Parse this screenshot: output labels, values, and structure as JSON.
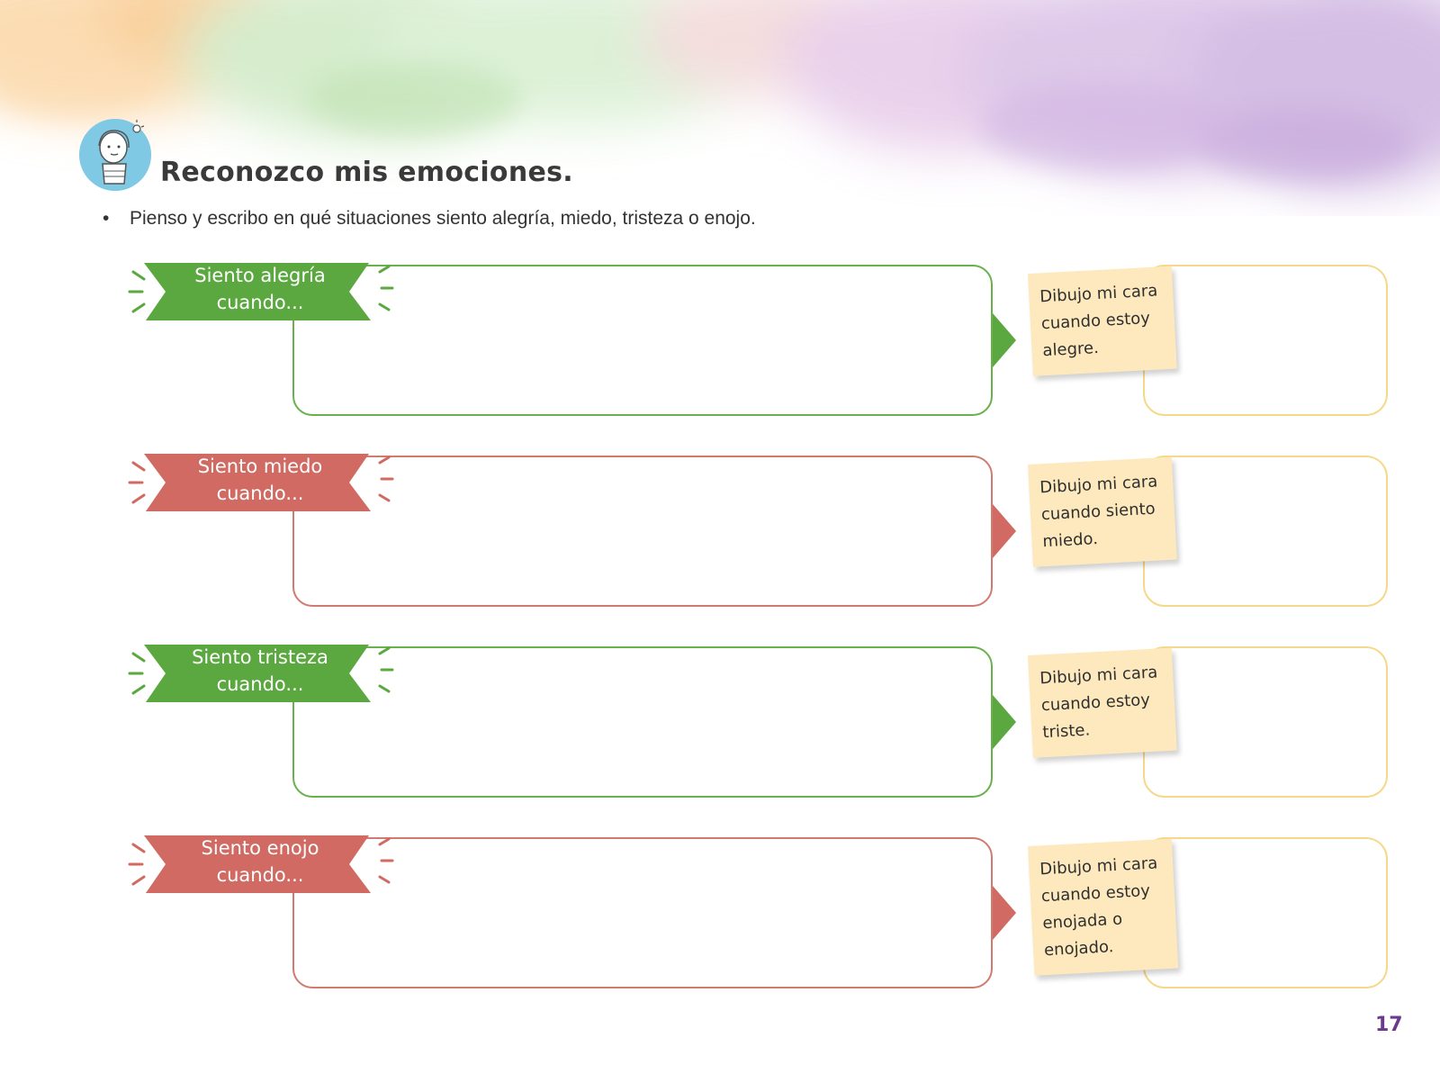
{
  "title": "Reconozco mis emociones.",
  "instruction": "Pienso y escribo en qué situaciones siento alegría, miedo, tristeza o enojo.",
  "colors": {
    "green": "#5aa83f",
    "red": "#d06a62",
    "note": "#fde9bd",
    "draw_border": "#f5d98a",
    "page_number": "#6b3a8c"
  },
  "icons": {
    "avatar": "girl-thinking-icon"
  },
  "rows": [
    {
      "label": [
        "Siento alegría",
        "cuando..."
      ],
      "note": [
        "Dibujo mi cara",
        "cuando estoy",
        "alegre."
      ],
      "color": "green"
    },
    {
      "label": [
        "Siento miedo",
        "cuando..."
      ],
      "note": [
        "Dibujo mi cara",
        "cuando siento",
        "miedo."
      ],
      "color": "red"
    },
    {
      "label": [
        "Siento tristeza",
        "cuando..."
      ],
      "note": [
        "Dibujo mi cara",
        "cuando estoy",
        "triste."
      ],
      "color": "green"
    },
    {
      "label": [
        "Siento enojo",
        "cuando..."
      ],
      "note": [
        "Dibujo mi cara",
        "cuando estoy",
        "enojada o",
        "enojado."
      ],
      "color": "red"
    }
  ],
  "page_number": "17"
}
